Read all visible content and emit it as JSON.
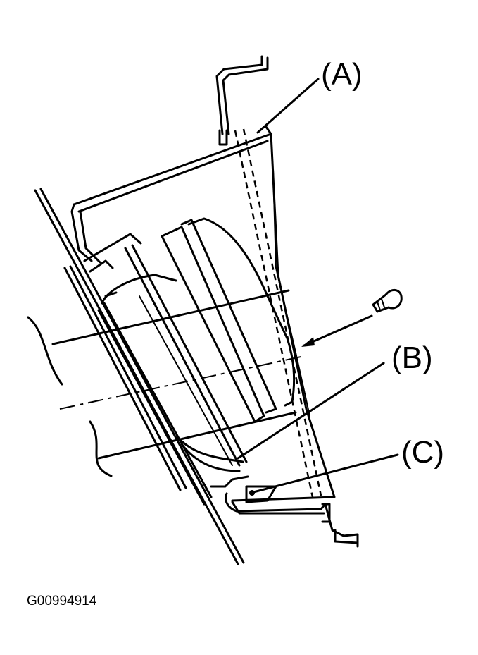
{
  "diagram": {
    "labels": {
      "a": "(A)",
      "b": "(B)",
      "c": "(C)"
    },
    "figure_id": "G00994914"
  }
}
